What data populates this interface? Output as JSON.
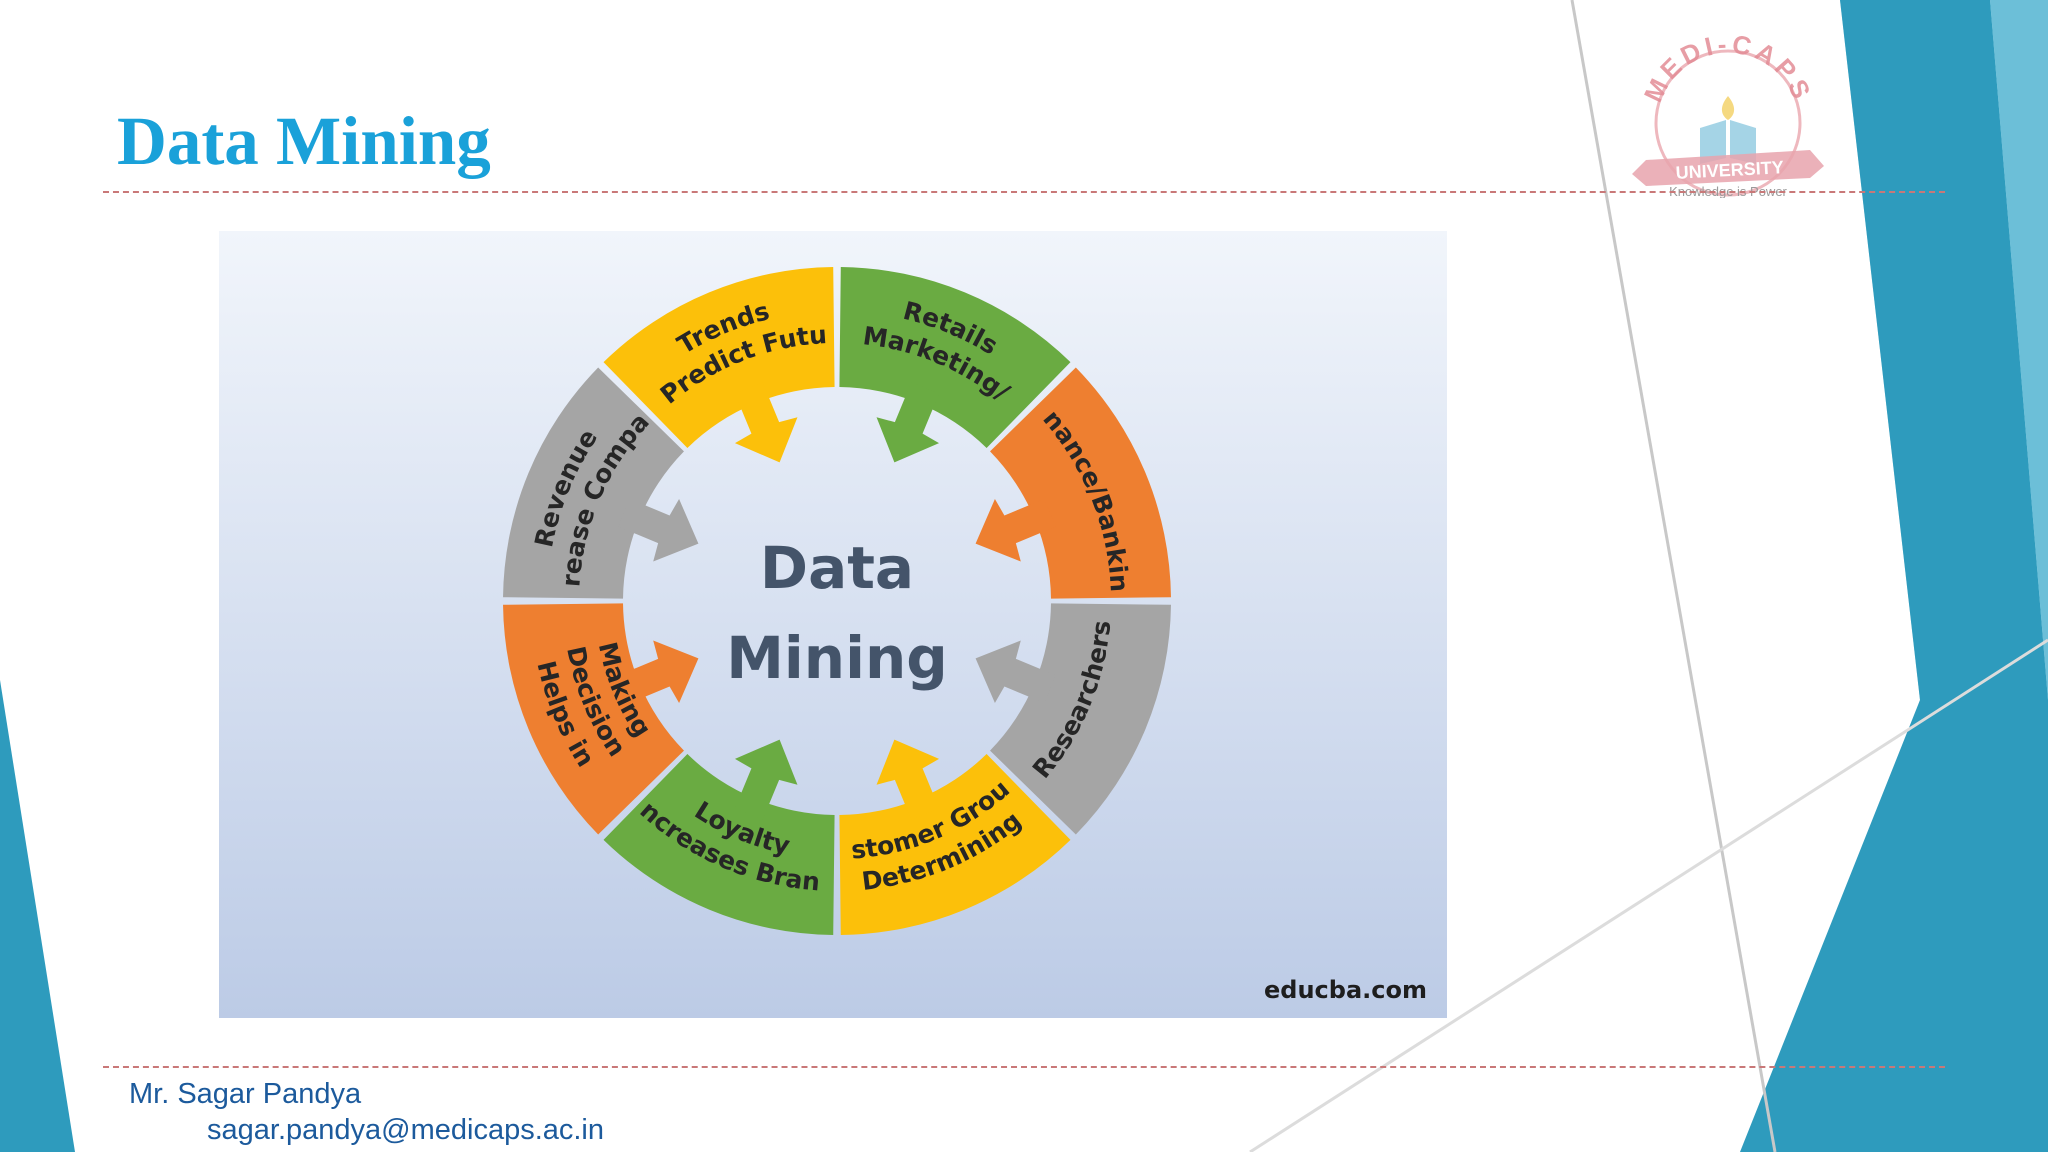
{
  "slide": {
    "title": "Data Mining",
    "author": "Mr. Sagar Pandya",
    "email": "sagar.pandya@medicaps.ac.in"
  },
  "logo": {
    "arc_text": "MEDI-CAPS",
    "ribbon_text": "UNIVERSITY",
    "tagline": "Knowledge is Power"
  },
  "diagram": {
    "center": [
      "Data",
      "Mining"
    ],
    "source": "educba.com",
    "segments": [
      {
        "id": "predict-future-trends",
        "lines": [
          "To Predict Future",
          "Trends"
        ],
        "color": "#fcc00a"
      },
      {
        "id": "marketing-retails",
        "lines": [
          "Marketing/",
          "Retails"
        ],
        "color": "#6aab42"
      },
      {
        "id": "finance-banking",
        "lines": [
          "Finance/Banking"
        ],
        "color": "#ee7f30"
      },
      {
        "id": "researchers",
        "lines": [
          "Researchers"
        ],
        "color": "#a5a5a5"
      },
      {
        "id": "determining-customer-groups",
        "lines": [
          "Determining",
          "Customer Groups"
        ],
        "color": "#fcc00a"
      },
      {
        "id": "increases-brand-loyalty",
        "lines": [
          "Increases Brand",
          "Loyalty"
        ],
        "color": "#6aab42"
      },
      {
        "id": "helps-decision-making",
        "lines": [
          "Helps in",
          "Decision",
          "Making"
        ],
        "color": "#ee7f30"
      },
      {
        "id": "increase-company-revenue",
        "lines": [
          "Increase Company",
          "Revenue"
        ],
        "color": "#a5a5a5"
      }
    ]
  },
  "colors": {
    "title": "#1aa1d9",
    "footer": "#1c5a9c",
    "center_text": "#44546a",
    "teal_dark": "#2e9bbd",
    "teal_light": "#8fd0e2"
  }
}
